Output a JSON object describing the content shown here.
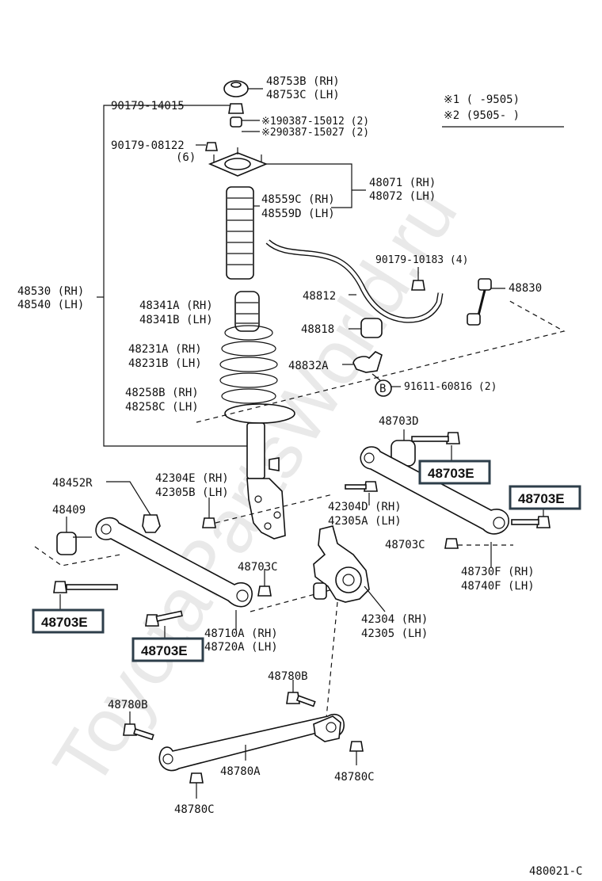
{
  "watermark": "ToyotaPartsWorld.ru",
  "legend": {
    "line1": "※1 (      -9505)",
    "line2": "※2 (9505-      )"
  },
  "labels": {
    "l48753": [
      "48753B (RH)",
      "48753C (LH)"
    ],
    "l90179_14015": "90179-14015",
    "l190387": "※190387-15012 (2)",
    "l290387": "※290387-15027 (2)",
    "l90179_08122": [
      "90179-08122",
      "(6)"
    ],
    "l48071": [
      "48071 (RH)",
      "48072 (LH)"
    ],
    "l48559": [
      "48559C (RH)",
      "48559D (LH)"
    ],
    "l48530": [
      "48530 (RH)",
      "48540 (LH)"
    ],
    "l48341": [
      "48341A (RH)",
      "48341B (LH)"
    ],
    "l48231": [
      "48231A (RH)",
      "48231B (LH)"
    ],
    "l48258": [
      "48258B (RH)",
      "48258C (LH)"
    ],
    "l90179_10183": "90179-10183 (4)",
    "l48830": "48830",
    "l48812": "48812",
    "l48818": "48818",
    "l48832": "48832A",
    "lB": "B",
    "l91611": "91611-60816 (2)",
    "l48703D": "48703D",
    "l48452": "48452R",
    "l42304E": [
      "42304E (RH)",
      "42305B (LH)"
    ],
    "l48409": "48409",
    "l42304D": [
      "42304D (RH)",
      "42305A (LH)"
    ],
    "l48703C_r": "48703C",
    "l48703C_m": "48703C",
    "l48730": [
      "48730F (RH)",
      "48740F (LH)"
    ],
    "l48710": [
      "48710A (RH)",
      "48720A (LH)"
    ],
    "l42304": [
      "42304 (RH)",
      "42305 (LH)"
    ],
    "l48780B_top": "48780B",
    "l48780B_left": "48780B",
    "l48780A": "48780A",
    "l48780C_r": "48780C",
    "l48780C_b": "48780C",
    "figure_code": "480021-C"
  },
  "highlights": {
    "h1": "48703E",
    "h2": "48703E",
    "h3": "48703E",
    "h4": "48703E"
  }
}
